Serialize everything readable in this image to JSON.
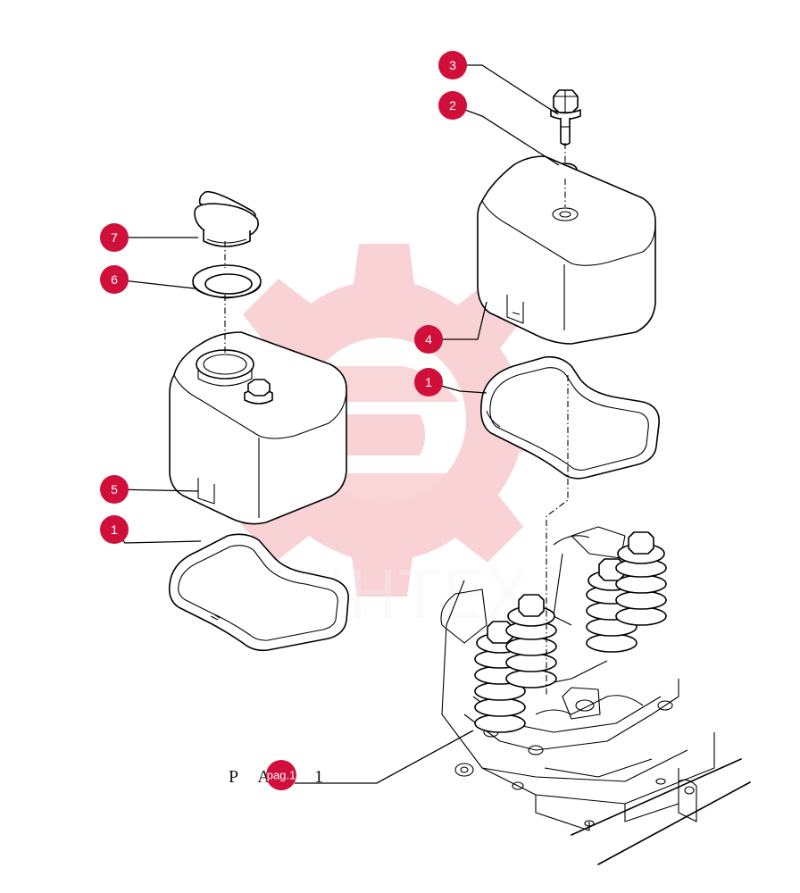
{
  "watermark": {
    "text": "MIHTEX",
    "color": "#e43846"
  },
  "callouts": [
    {
      "id": "c3",
      "label": "3"
    },
    {
      "id": "c2",
      "label": "2"
    },
    {
      "id": "c7",
      "label": "7"
    },
    {
      "id": "c6",
      "label": "6"
    },
    {
      "id": "c4",
      "label": "4"
    },
    {
      "id": "c1a",
      "label": "1"
    },
    {
      "id": "c5",
      "label": "5"
    },
    {
      "id": "c1b",
      "label": "1"
    }
  ],
  "reference": {
    "text": "P A",
    "page_label": "pag.1",
    "suffix": "1"
  },
  "accent_color": "#d0103a"
}
